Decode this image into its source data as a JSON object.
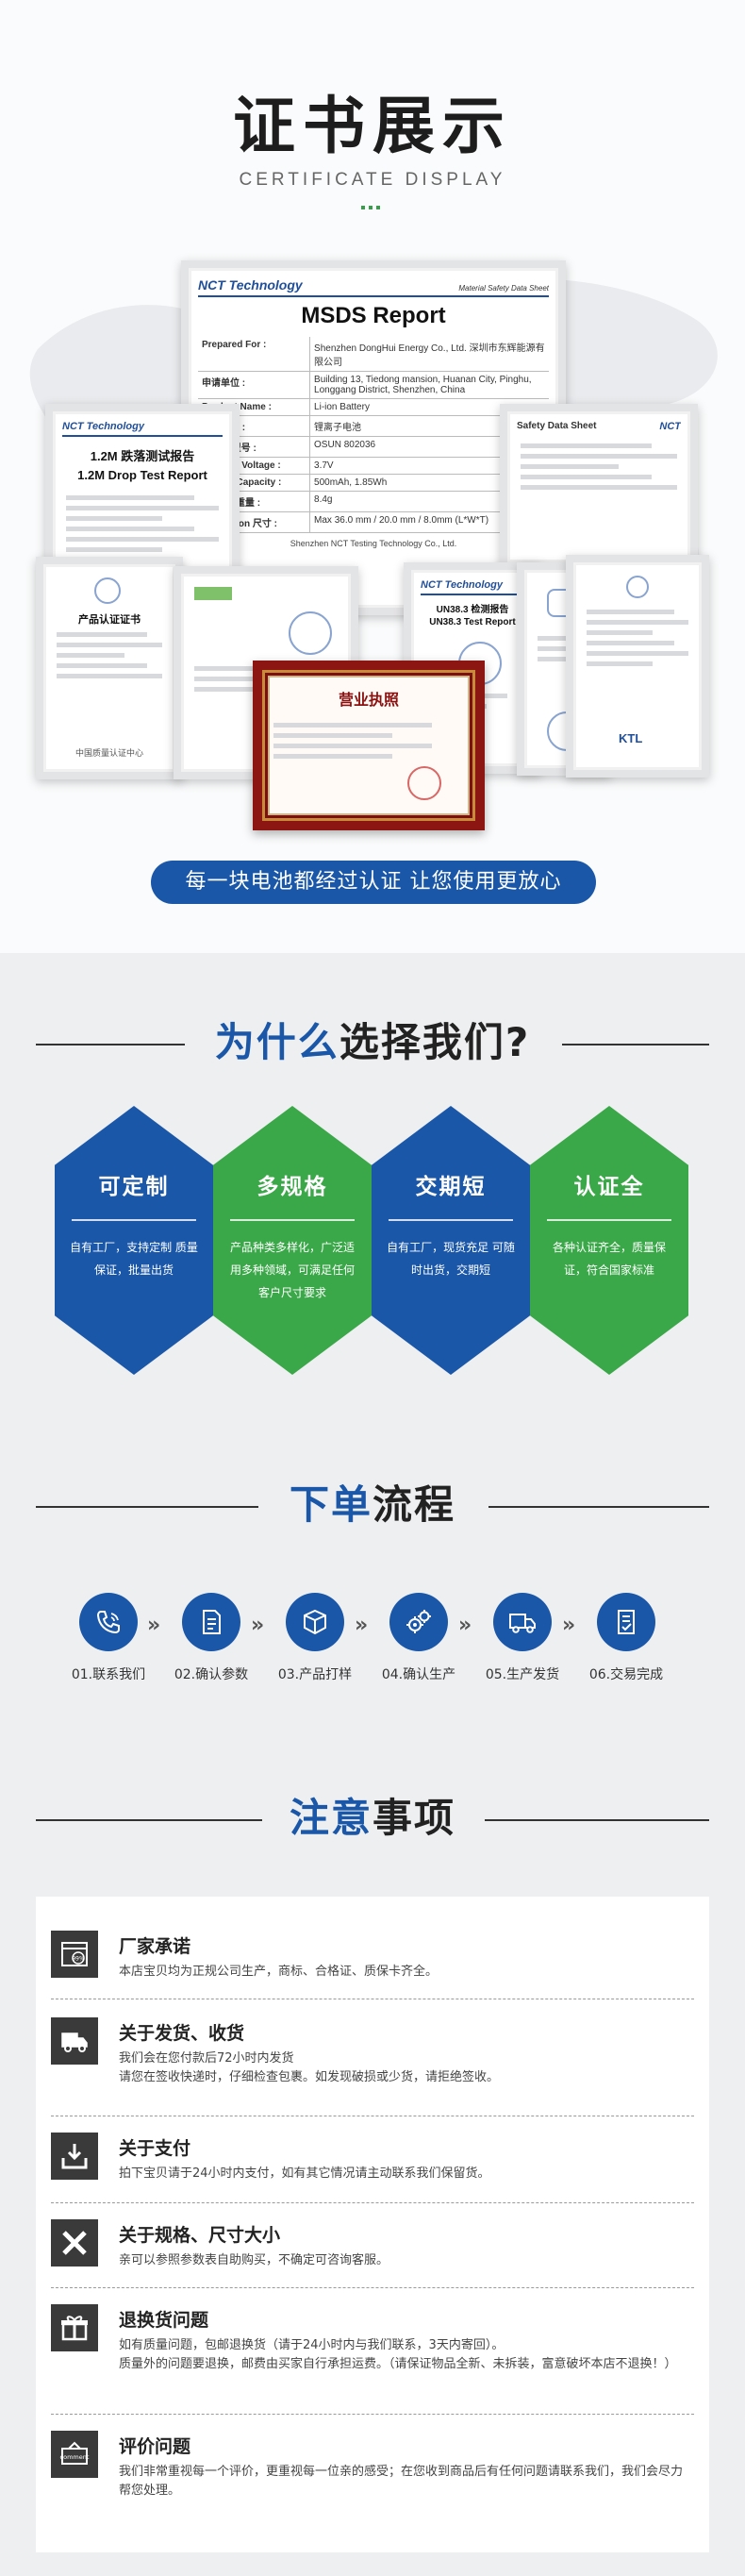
{
  "certificate": {
    "title": "证书展示",
    "subtitle": "CERTIFICATE DISPLAY",
    "slogan": "每一块电池都经过认证 让您使用更放心",
    "msds": {
      "brand": "NCT Technology",
      "heading": "MSDS Report",
      "tagline": "Material Safety Data Sheet",
      "rows": [
        {
          "k": "Prepared For :",
          "v": "Shenzhen DongHui Energy Co., Ltd. 深圳市东辉能源有限公司"
        },
        {
          "k": "申请单位 :",
          "v": "Building 13, Tiedong mansion, Huanan City, Pinghu, Longgang District, Shenzhen, China"
        },
        {
          "k": "Product Name :",
          "v": "Li-ion Battery"
        },
        {
          "k": "产品名称 :",
          "v": "锂离子电池"
        },
        {
          "k": "Model 型号 :",
          "v": "OSUN 802036"
        },
        {
          "k": "Nominal Voltage :",
          "v": "3.7V"
        },
        {
          "k": "Typical Capacity :",
          "v": "500mAh, 1.85Wh"
        },
        {
          "k": "Weight 重量 :",
          "v": "8.4g"
        },
        {
          "k": "Dimension 尺寸 :",
          "v": "Max 36.0 mm / 20.0 mm / 8.0mm (L*W*T)"
        }
      ],
      "footer": "Shenzhen NCT Testing Technology Co., Ltd."
    },
    "drop": {
      "brand": "NCT Technology",
      "heading_cn": "1.2M 跌落测试报告",
      "heading_en": "1.2M Drop Test Report"
    },
    "sds": {
      "brand": "NCT",
      "heading": "Safety Data Sheet"
    },
    "un383": {
      "brand": "NCT Technology",
      "heading_cn": "UN38.3 检测报告",
      "heading_en": "UN38.3 Test Report"
    },
    "product_cert": {
      "heading": "产品认证证书",
      "footer": "中国质量认证中心"
    },
    "ktl": {
      "brand": "KTL"
    },
    "license": {
      "heading": "营业执照"
    }
  },
  "why": {
    "title_blue": "为什么",
    "title_rest": "选择我们?",
    "cards": [
      {
        "title": "可定制",
        "body": "自有工厂，支持定制 质量保证，批量出货",
        "color": "#1a57a8"
      },
      {
        "title": "多规格",
        "body": "产品种类多样化，广泛适用多种领域，可满足任何客户尺寸要求",
        "color": "#3aa848"
      },
      {
        "title": "交期短",
        "body": "自有工厂，现货充足 可随时出货，交期短",
        "color": "#1a57a8"
      },
      {
        "title": "认证全",
        "body": "各种认证齐全，质量保证，符合国家标准",
        "color": "#3aa848"
      }
    ]
  },
  "order": {
    "title_blue": "下单",
    "title_rest": "流程",
    "arrow": "»",
    "steps": [
      {
        "label": "01.联系我们",
        "icon": "phone-icon"
      },
      {
        "label": "02.确认参数",
        "icon": "document-icon"
      },
      {
        "label": "03.产品打样",
        "icon": "box-icon"
      },
      {
        "label": "04.确认生产",
        "icon": "gears-icon"
      },
      {
        "label": "05.生产发货",
        "icon": "truck-icon"
      },
      {
        "label": "06.交易完成",
        "icon": "check-document-icon"
      }
    ]
  },
  "notice": {
    "title_blue": "注意",
    "title_rest": "事项",
    "items": [
      {
        "title": "厂家承诺",
        "icon": "guarantee-icon",
        "lines": [
          "本店宝贝均为正规公司生产，商标、合格证、质保卡齐全。"
        ],
        "badge": "99%"
      },
      {
        "title": "关于发货、收货",
        "icon": "truck-icon",
        "lines": [
          "我们会在您付款后72小时内发货",
          "请您在签收快递时，仔细检查包裹。如发现破损或少货，请拒绝签收。"
        ]
      },
      {
        "title": "关于支付",
        "icon": "download-icon",
        "lines": [
          "拍下宝贝请于24小时内支付，如有其它情况请主动联系我们保留货。"
        ]
      },
      {
        "title": "关于规格、尺寸大小",
        "icon": "close-icon",
        "lines": [
          "亲可以参照参数表自助购买，不确定可咨询客服。"
        ]
      },
      {
        "title": "退换货问题",
        "icon": "gift-icon",
        "lines": [
          "如有质量问题，包邮退换货（请于24小时内与我们联系，3天内寄回）。",
          "质量外的问题要退换，邮费由买家自行承担运费。（请保证物品全新、未拆装，富意破坏本店不退换！）"
        ]
      },
      {
        "title": "评价问题",
        "icon": "comment-icon",
        "lines": [
          "我们非常重视每一个评价，更重视每一位亲的感受；在您收到商品后有任何问题请联系我们，我们会尽力帮您处理。"
        ],
        "badge": "comment"
      }
    ]
  }
}
